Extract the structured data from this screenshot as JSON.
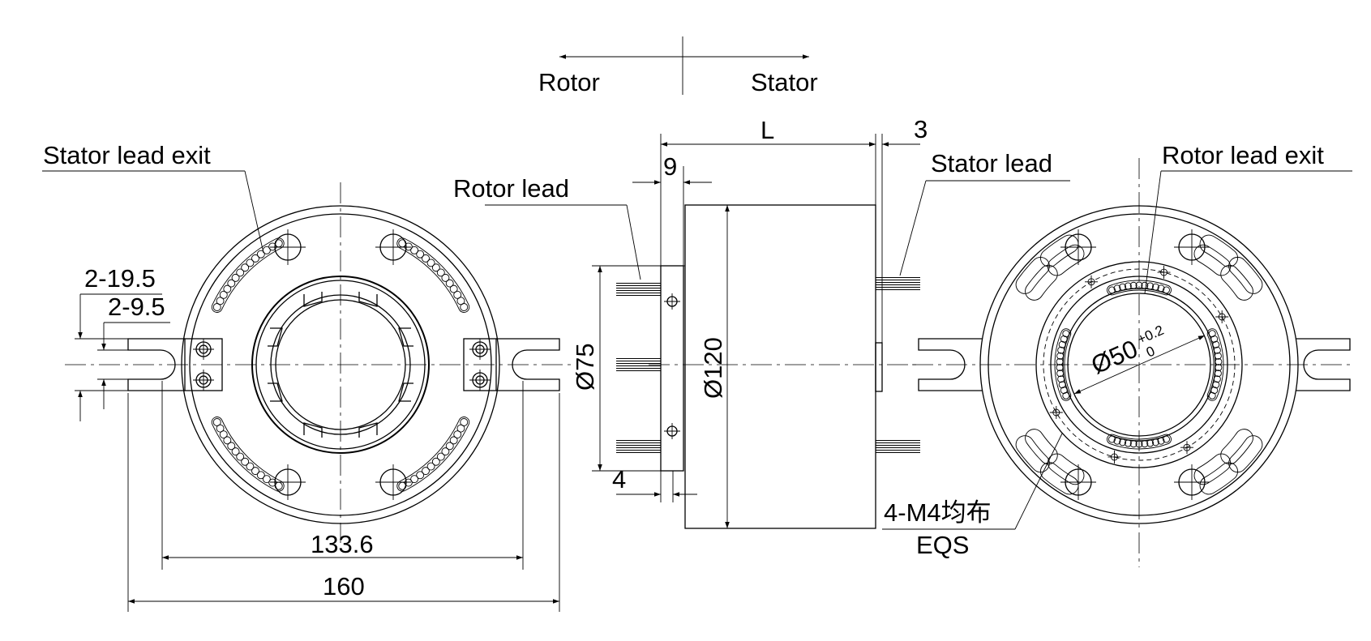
{
  "direction": {
    "rotor": "Rotor",
    "stator": "Stator"
  },
  "labels": {
    "stator_lead_exit": "Stator lead exit",
    "rotor_lead": "Rotor lead",
    "stator_lead": "Stator lead",
    "rotor_lead_exit": "Rotor lead exit",
    "mount_holes": "4-M4均布",
    "eqs": "EQS"
  },
  "dimensions": {
    "slot_width": "2-19.5",
    "slot_inner": "2-9.5",
    "mount_span": "133.6",
    "overall_width": "160",
    "length": "L",
    "flange_thickness": "9",
    "stator_offset": "3",
    "step": "4",
    "flange_diameter": "Ø75",
    "body_diameter": "Ø120",
    "bore_diameter": "Ø50",
    "bore_tol_upper": "+0.2",
    "bore_tol_lower": "0"
  }
}
